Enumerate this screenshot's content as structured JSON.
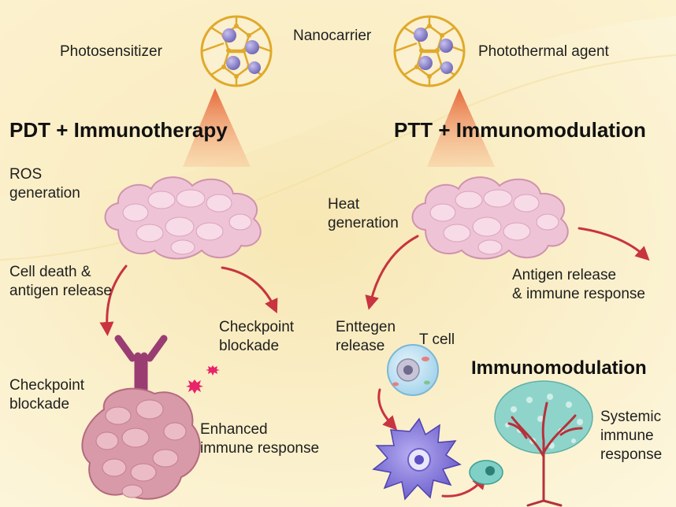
{
  "labels": {
    "photosensitizer": "Photosensitizer",
    "nanocarrier": "Nanocarrier",
    "photothermal_agent": "Photothermal agent",
    "pdt_heading": "PDT + Immunotherapy",
    "ptt_heading": "PTT + Immunomodulation",
    "ros_generation": "ROS\ngeneration",
    "heat_generation": "Heat\ngeneration",
    "cell_death": "Cell death &\nantigen release",
    "checkpoint_blockade_right": "Checkpoint\nblockade",
    "checkpoint_blockade_left": "Checkpoint\nblockade",
    "enhanced_response": "Enhanced\nimmune response",
    "antigen_release": "Antigen release\n& immune response",
    "enttegen_release": "Enttegen\nrelease",
    "t_cell": "T cell",
    "immunomodulation_heading": "Immunomodulation",
    "systemic_response": "Systemic\nimmune\nresponse"
  },
  "colors": {
    "background_light": "#fdf6dc",
    "background_glow": "#f6e6b0",
    "cloud_fill": "#efc3d6",
    "cloud_stroke": "#cf92ae",
    "arrow": "#c8343f",
    "beam": "#e07a3a",
    "fullerene_bond": "#e0a92a",
    "fullerene_ball": "#8f86c9",
    "antibody": "#9a3d72",
    "burst": "#e8246a",
    "dendritic_cell": "#7d6fd6",
    "tree": "#b5323a",
    "tree_leaves": "#8fd4cb"
  }
}
